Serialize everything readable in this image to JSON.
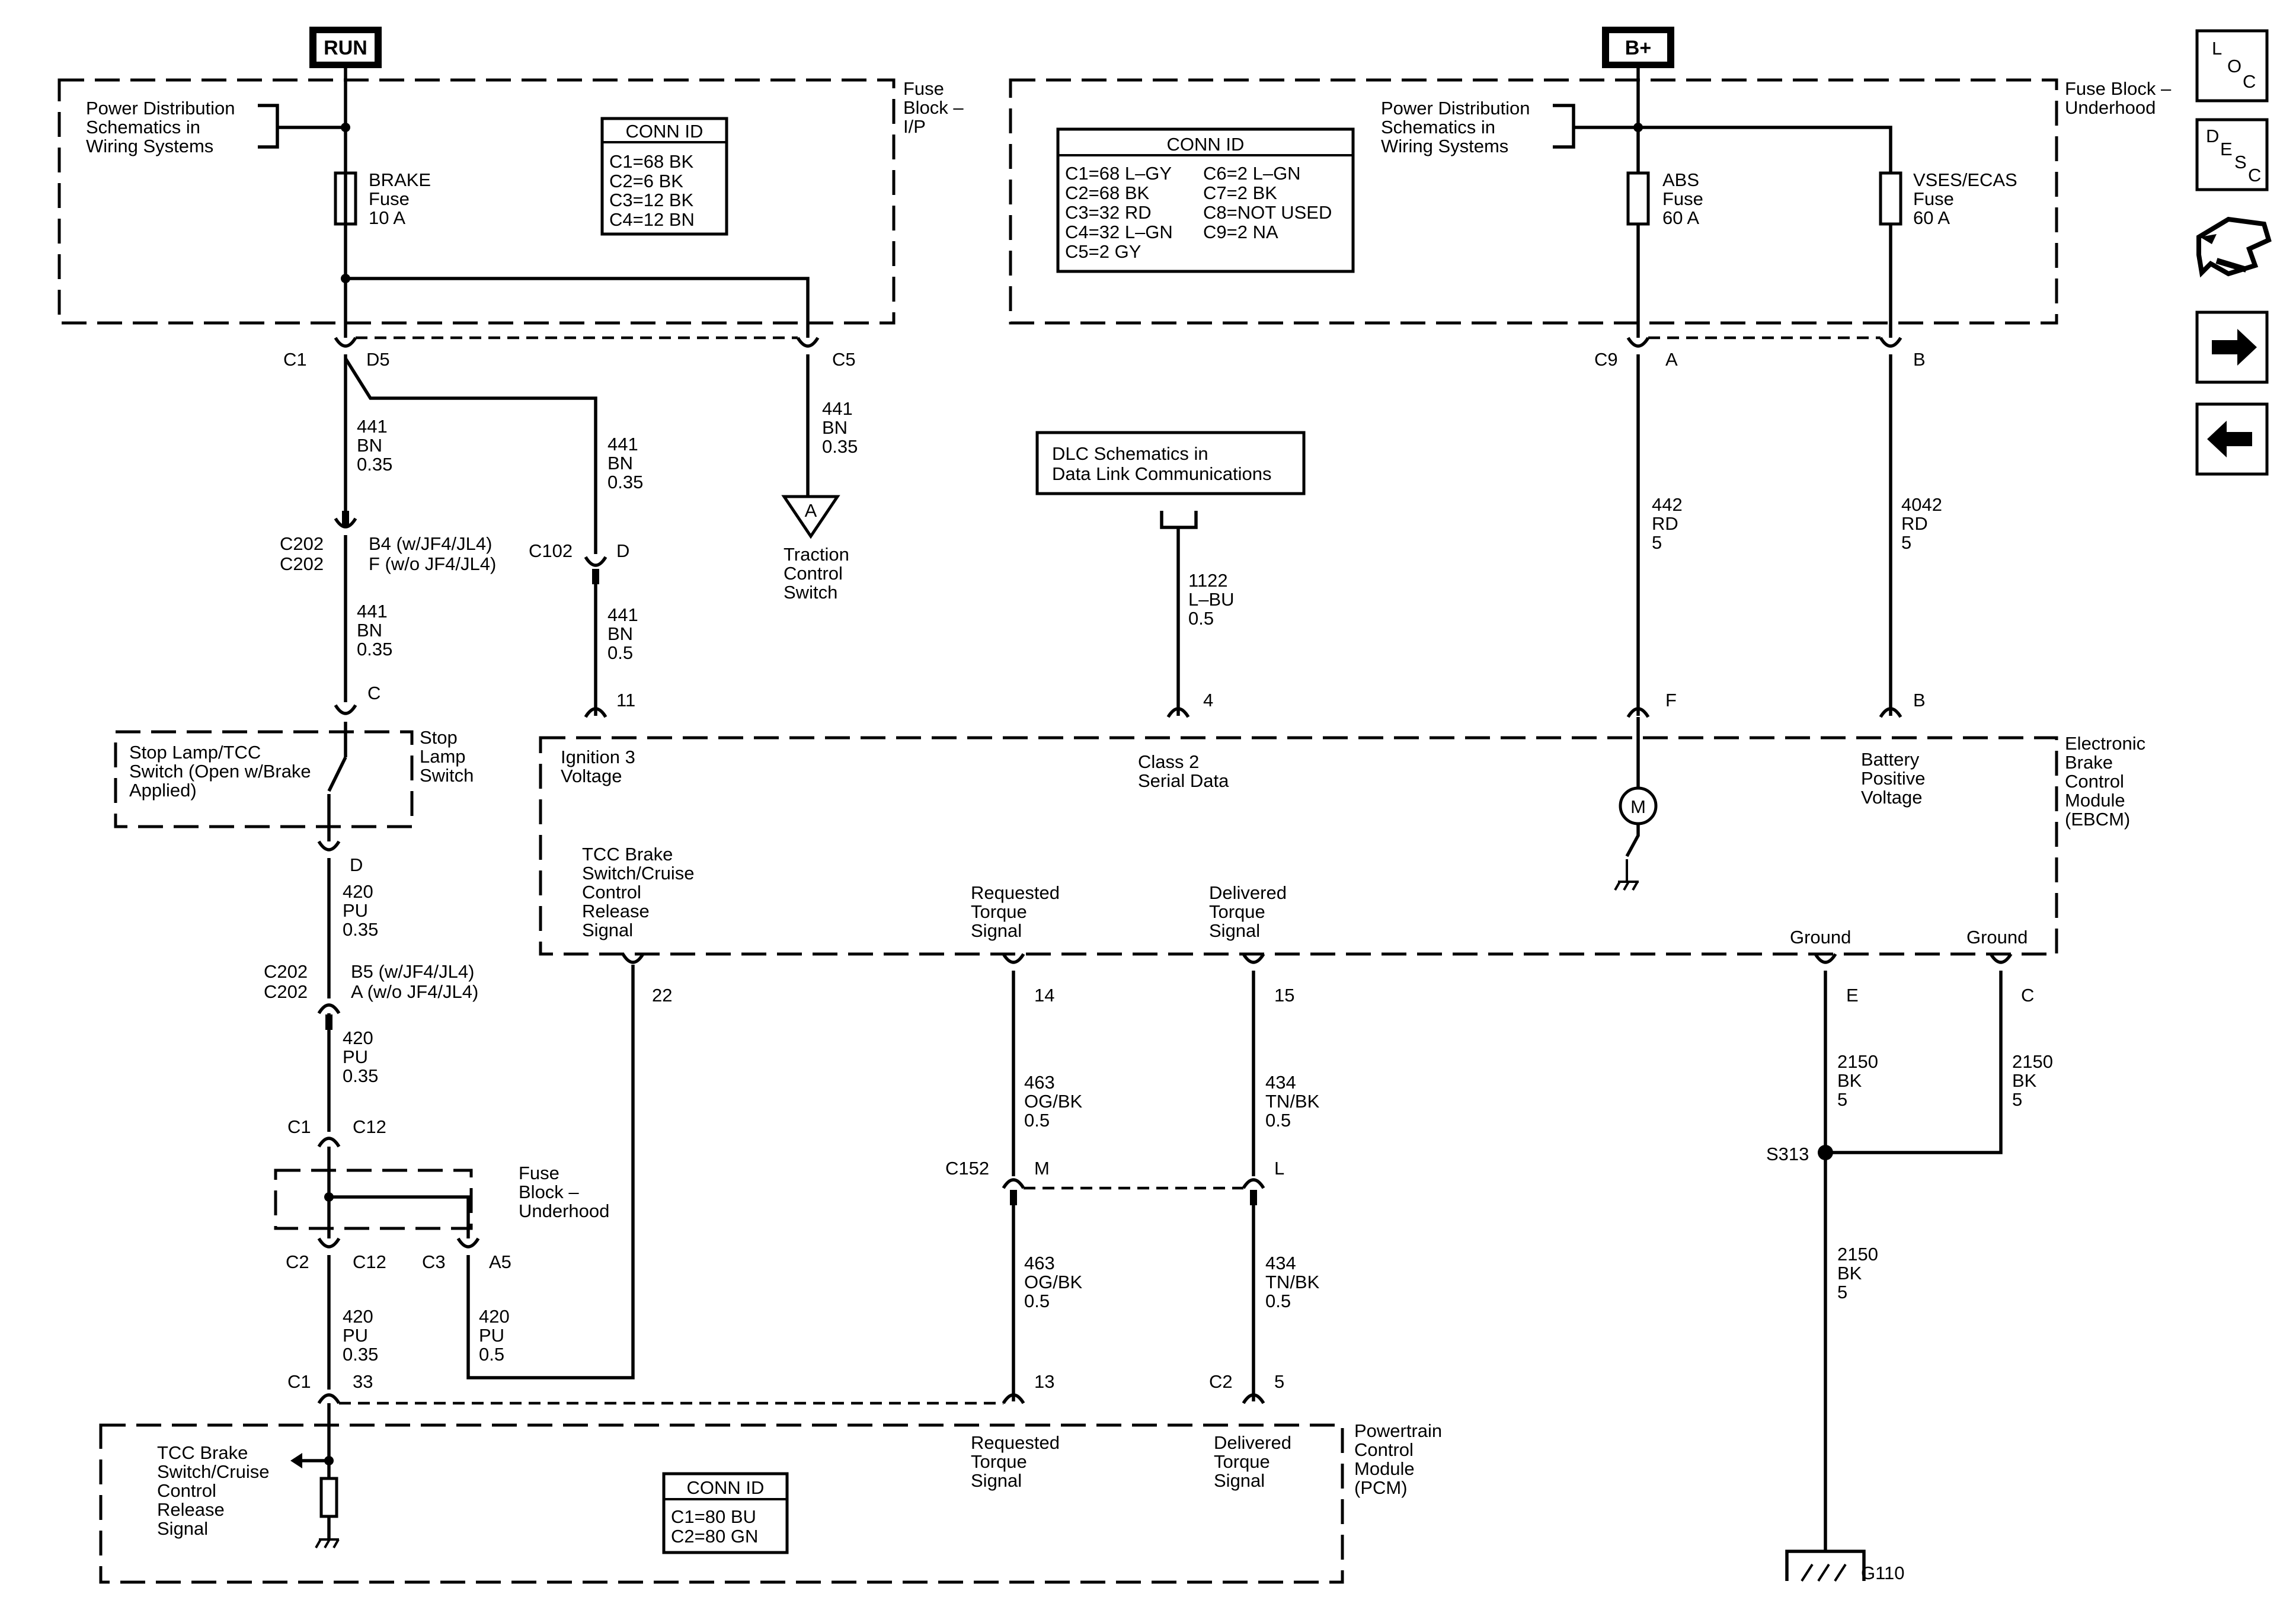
{
  "tags": {
    "run": "RUN",
    "bplus": "B+"
  },
  "side_icons": {
    "loc_l": "L",
    "loc_o": "O",
    "loc_c": "C",
    "desc_d": "D",
    "desc_e": "E",
    "desc_s": "S",
    "desc_c": "C"
  },
  "fuse_ip": {
    "label": [
      "Fuse",
      "Block –",
      "I/P"
    ],
    "pds": [
      "Power Distribution",
      "Schematics in",
      "Wiring Systems"
    ],
    "fuse": [
      "BRAKE",
      "Fuse",
      "10 A"
    ],
    "conn_title": "CONN ID",
    "conn": [
      "C1=68 BK",
      "C2=6 BK",
      "C3=12 BK",
      "C4=12 BN"
    ]
  },
  "fuse_uh": {
    "label": [
      "Fuse Block –",
      "Underhood"
    ],
    "pds": [
      "Power Distribution",
      "Schematics in",
      "Wiring Systems"
    ],
    "conn_title": "CONN ID",
    "conn_left": [
      "C1=68 L–GY",
      "C2=68 BK",
      "C3=32 RD",
      "C4=32 L–GN",
      "C5=2 GY"
    ],
    "conn_right": [
      "C6=2 L–GN",
      "C7=2 BK",
      "C8=NOT USED",
      "C9=2 NA"
    ],
    "abs": [
      "ABS",
      "Fuse",
      "60 A"
    ],
    "vses": [
      "VSES/ECAS",
      "Fuse",
      "60 A"
    ]
  },
  "connectors": {
    "c1": "C1",
    "d5": "D5",
    "c5": "C5",
    "c9": "C9",
    "a": "A",
    "b": "B",
    "c202a": "C202",
    "c202b": "C202",
    "b4": "B4 (w/JF4/JL4)",
    "f": "F (w/o JF4/JL4)",
    "c102": "C102",
    "d": "D",
    "pin11": "11",
    "pin4": "4",
    "pinF": "F",
    "pinB": "B",
    "sw_c": "C",
    "sw_d": "D",
    "c202c": "C202",
    "c202d": "C202",
    "b5": "B5 (w/JF4/JL4)",
    "a_wo": "A (w/o JF4/JL4)",
    "c1b": "C1",
    "c12a": "C12",
    "c2": "C2",
    "c12b": "C12",
    "c3": "C3",
    "a5": "A5",
    "pin22": "22",
    "pin14": "14",
    "pin15": "15",
    "pinE": "E",
    "pinC": "C",
    "c152": "C152",
    "m": "M",
    "l": "L",
    "s313": "S313",
    "c1c": "C1",
    "pin33": "33",
    "pin13": "13",
    "c2b": "C2",
    "pin5": "5",
    "g110": "G110"
  },
  "wires": {
    "w441a": [
      "441",
      "BN",
      "0.35"
    ],
    "w441b": [
      "441",
      "BN",
      "0.35"
    ],
    "w441c": [
      "441",
      "BN",
      "0.35"
    ],
    "w441d": [
      "441",
      "BN",
      "0.35"
    ],
    "w441e": [
      "441",
      "BN",
      "0.5"
    ],
    "w1122": [
      "1122",
      "L–BU",
      "0.5"
    ],
    "w442": [
      "442",
      "RD",
      "5"
    ],
    "w4042": [
      "4042",
      "RD",
      "5"
    ],
    "w420a": [
      "420",
      "PU",
      "0.35"
    ],
    "w420b": [
      "420",
      "PU",
      "0.35"
    ],
    "w420c": [
      "420",
      "PU",
      "0.35"
    ],
    "w420d": [
      "420",
      "PU",
      "0.5"
    ],
    "w463a": [
      "463",
      "OG/BK",
      "0.5"
    ],
    "w463b": [
      "463",
      "OG/BK",
      "0.5"
    ],
    "w434a": [
      "434",
      "TN/BK",
      "0.5"
    ],
    "w434b": [
      "434",
      "TN/BK",
      "0.5"
    ],
    "w2150a": [
      "2150",
      "BK",
      "5"
    ],
    "w2150b": [
      "2150",
      "BK",
      "5"
    ],
    "w2150c": [
      "2150",
      "BK",
      "5"
    ]
  },
  "traction": {
    "letter": "A",
    "label": [
      "Traction",
      "Control",
      "Switch"
    ]
  },
  "dlc": [
    "DLC Schematics in",
    "Data Link Communications"
  ],
  "stoplamp": {
    "inner": [
      "Stop Lamp/TCC",
      "Switch (Open w/Brake",
      "Applied)"
    ],
    "side": [
      "Stop",
      "Lamp",
      "Switch"
    ]
  },
  "ebcm": {
    "label": [
      "Electronic",
      "Brake",
      "Control",
      "Module",
      "(EBCM)"
    ],
    "ign": [
      "Ignition 3",
      "Voltage"
    ],
    "class2": [
      "Class 2",
      "Serial Data"
    ],
    "motor": "M",
    "batt": [
      "Battery",
      "Positive",
      "Voltage"
    ],
    "tcc": [
      "TCC Brake",
      "Switch/Cruise",
      "Control",
      "Release",
      "Signal"
    ],
    "req": [
      "Requested",
      "Torque",
      "Signal"
    ],
    "del": [
      "Delivered",
      "Torque",
      "Signal"
    ],
    "gnd1": "Ground",
    "gnd2": "Ground"
  },
  "fuse_uh2": {
    "label": [
      "Fuse",
      "Block –",
      "Underhood"
    ]
  },
  "pcm": {
    "label": [
      "Powertrain",
      "Control",
      "Module",
      "(PCM)"
    ],
    "tcc": [
      "TCC Brake",
      "Switch/Cruise",
      "Control",
      "Release",
      "Signal"
    ],
    "conn_title": "CONN ID",
    "conn": [
      "C1=80 BU",
      "C2=80 GN"
    ],
    "req": [
      "Requested",
      "Torque",
      "Signal"
    ],
    "del": [
      "Delivered",
      "Torque",
      "Signal"
    ]
  }
}
